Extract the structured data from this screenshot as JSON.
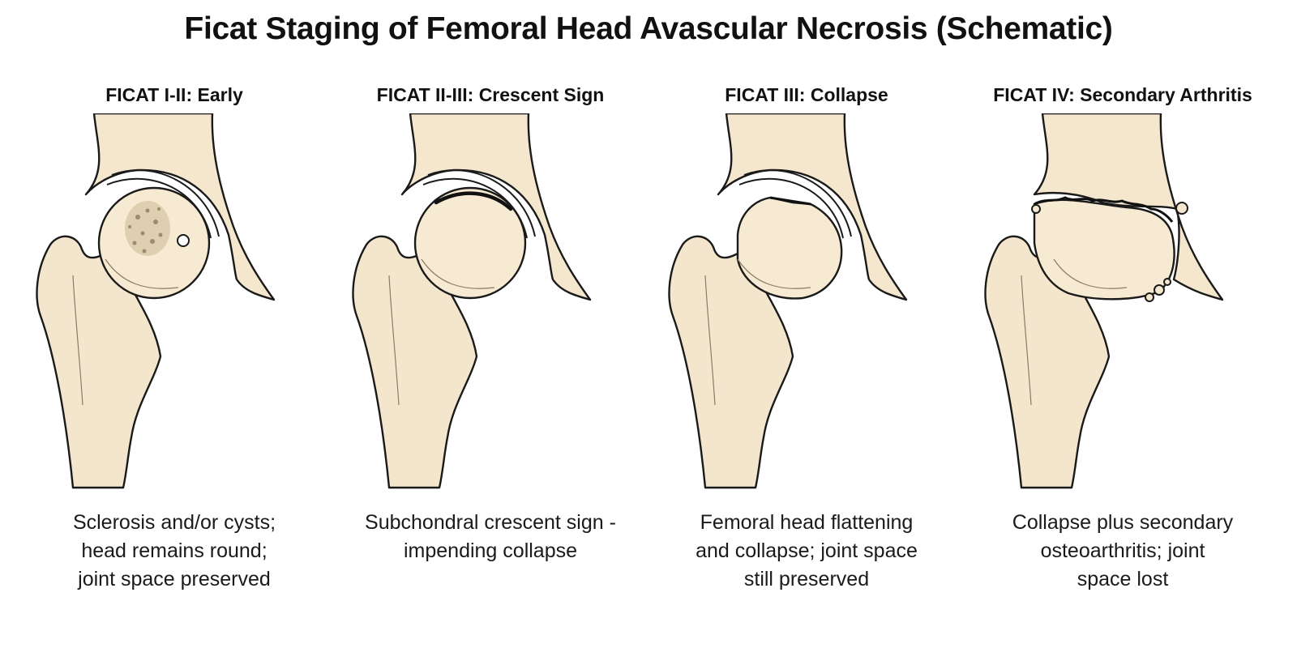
{
  "title": "Ficat Staging of Femoral Head Avascular Necrosis (Schematic)",
  "colors": {
    "bone": "#f3e6cc",
    "outline": "#1a1a1a",
    "background": "#ffffff"
  },
  "stages": [
    {
      "title": "FICAT I-II: Early",
      "caption": [
        "Sclerosis and/or cysts;",
        "head remains round;",
        "joint space preserved"
      ]
    },
    {
      "title": "FICAT II-III: Crescent Sign",
      "caption": [
        "Subchondral crescent sign -",
        "impending collapse"
      ]
    },
    {
      "title": "FICAT III: Collapse",
      "caption": [
        "Femoral head flattening",
        "and collapse; joint space",
        "still preserved"
      ]
    },
    {
      "title": "FICAT IV: Secondary Arthritis",
      "caption": [
        "Collapse plus secondary",
        "osteoarthritis; joint",
        "space lost"
      ]
    }
  ]
}
